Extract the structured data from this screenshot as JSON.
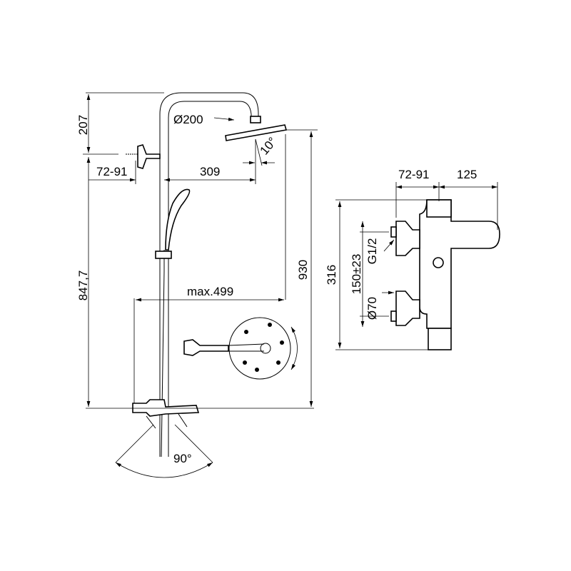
{
  "shower_column": {
    "dims": {
      "arm_height": "207",
      "wall_offset": "72-91",
      "head_diameter": "Ø200",
      "head_tilt": "10°",
      "arm_reach": "309",
      "bracket_height": "847,7",
      "total_height": "930",
      "spout_reach": "max.499",
      "swivel_angle": "90°"
    }
  },
  "thermostat_mixer": {
    "dims": {
      "wall_offset": "72-91",
      "depth": "125",
      "height": "316",
      "inlet_spacing": "150±23",
      "thread": "G1/2",
      "escutcheon_diameter": "Ø70"
    }
  }
}
